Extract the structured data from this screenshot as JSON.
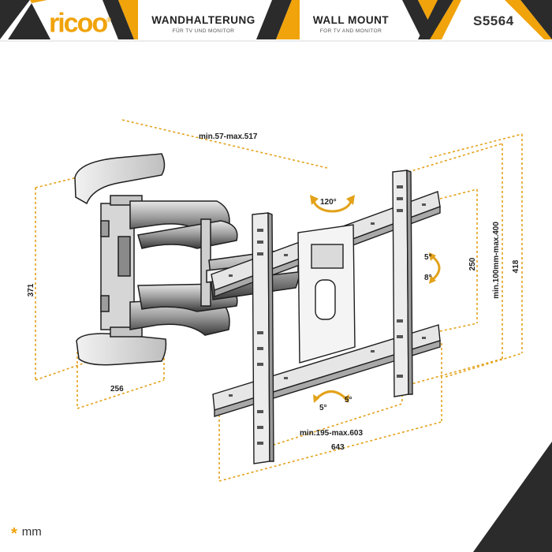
{
  "header": {
    "brand": "ricoo",
    "brand_mark": "®",
    "title_de": "WANDHALTERUNG",
    "subtitle_de": "FÜR TV UND MONITOR",
    "title_en": "WALL MOUNT",
    "subtitle_en": "FOR TV AND MONITOR",
    "model": "S5564"
  },
  "dimensions": {
    "arm_extension": "min.57-max.517",
    "height_wall_plate": "371",
    "width_wall_plate": "256",
    "vesa_horizontal": "min.195-max.603",
    "total_width": "643",
    "vertical_rail": "250",
    "vesa_vertical": "min.100mm-max.400",
    "total_height": "418"
  },
  "angles": {
    "swivel": "120°",
    "tilt_up": "5°",
    "tilt_down": "8°",
    "rotate_left": "5°",
    "rotate_right": "5°"
  },
  "footer": {
    "unit": "mm",
    "marker": "*"
  },
  "colors": {
    "accent": "#f0a30a",
    "dark": "#2b2b2b",
    "dim_line": "#e3a21a"
  }
}
